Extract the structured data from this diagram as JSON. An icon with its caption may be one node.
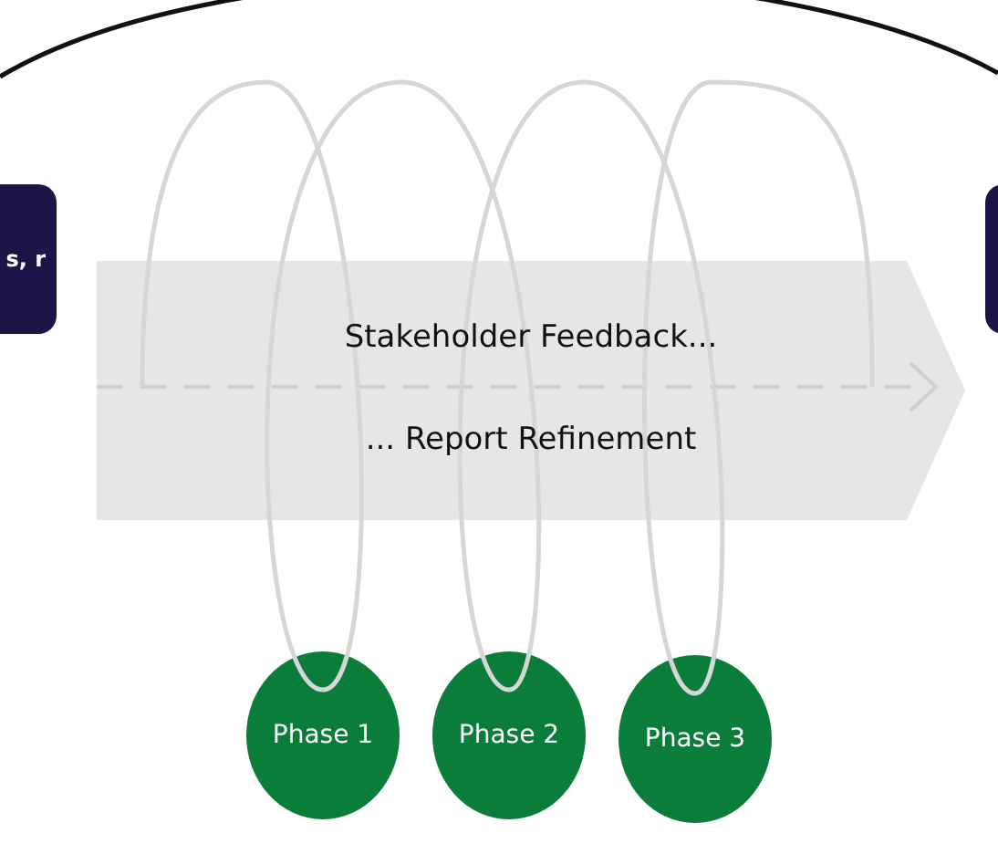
{
  "diagram": {
    "nodes": [
      {
        "text": [
          "s, r"
        ]
      },
      {
        "text": [],
        "shape": "box"
      },
      {
        "text": [
          "Stakeholder Feedback...",
          "... Report Refinement"
        ]
      },
      {
        "text": [
          "Phase 1"
        ]
      },
      {
        "text": [
          "Phase 2"
        ]
      },
      {
        "text": [
          "Phase 3"
        ]
      }
    ]
  }
}
